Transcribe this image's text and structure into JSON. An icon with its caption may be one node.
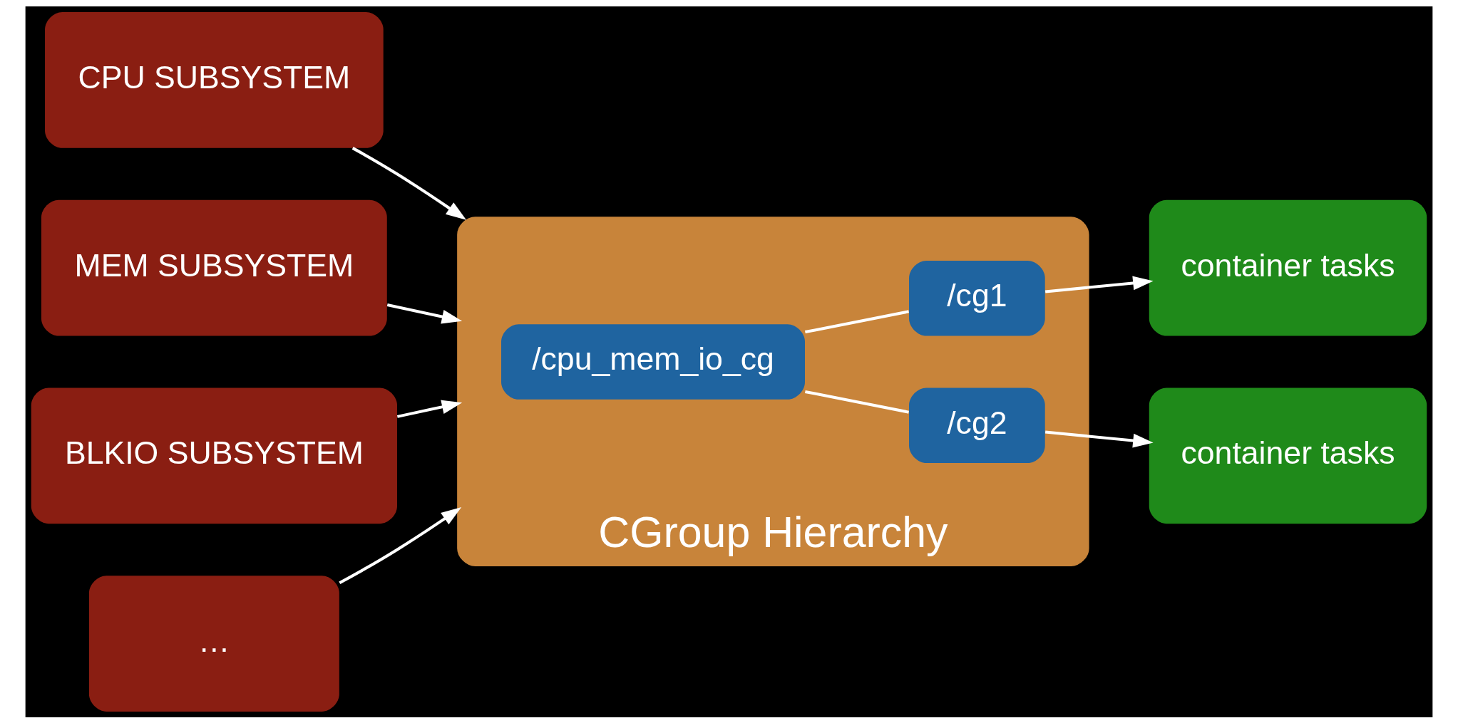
{
  "diagram": {
    "nodes": [
      {
        "text": [
          "CPU SUBSYSTEM"
        ]
      },
      {
        "text": [
          "MEM SUBSYSTEM"
        ]
      },
      {
        "text": [
          "BLKIO SUBSYSTEM"
        ]
      },
      {
        "text": [
          "…"
        ]
      },
      {
        "text": [
          "CGroup Hierarchy"
        ]
      },
      {
        "text": [
          "/cpu_mem_io_cg"
        ],
        "in": 4
      },
      {
        "text": [
          "/cg1"
        ],
        "in": 4
      },
      {
        "text": [
          "/cg2"
        ],
        "in": 4
      },
      {
        "text": [
          "container tasks"
        ]
      },
      {
        "text": [
          "container tasks"
        ]
      }
    ],
    "edges": [
      {
        "from": 0,
        "to": 4,
        "arrow": "to"
      },
      {
        "from": 1,
        "to": 4,
        "arrow": "to"
      },
      {
        "from": 2,
        "to": 4,
        "arrow": "to"
      },
      {
        "from": 3,
        "to": 4,
        "arrow": "to"
      },
      {
        "from": 5,
        "to": 6,
        "arrow": "none"
      },
      {
        "from": 5,
        "to": 7,
        "arrow": "none"
      },
      {
        "from": 6,
        "to": 8,
        "arrow": "to"
      },
      {
        "from": 7,
        "to": 9,
        "arrow": "to"
      }
    ]
  }
}
